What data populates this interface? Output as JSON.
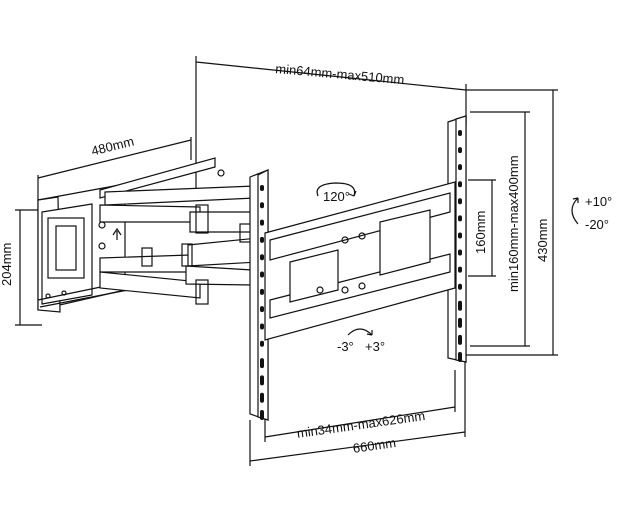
{
  "dimensions": {
    "top_span": "min64mm-max510mm",
    "depth": "480mm",
    "plate_height": "204mm",
    "vertical_hole_range": "min160mm-max400mm",
    "vertical_hole_min": "160mm",
    "bracket_height": "430mm",
    "horizontal_hole_range": "min34mm-max626mm",
    "bracket_width": "660mm"
  },
  "rotations": {
    "swivel": "120°",
    "tilt_up": "+10°",
    "tilt_down": "-20°",
    "level_left": "-3°",
    "level_right": "+3°"
  },
  "colors": {
    "line": "#111111",
    "panel": "#ffffff"
  }
}
